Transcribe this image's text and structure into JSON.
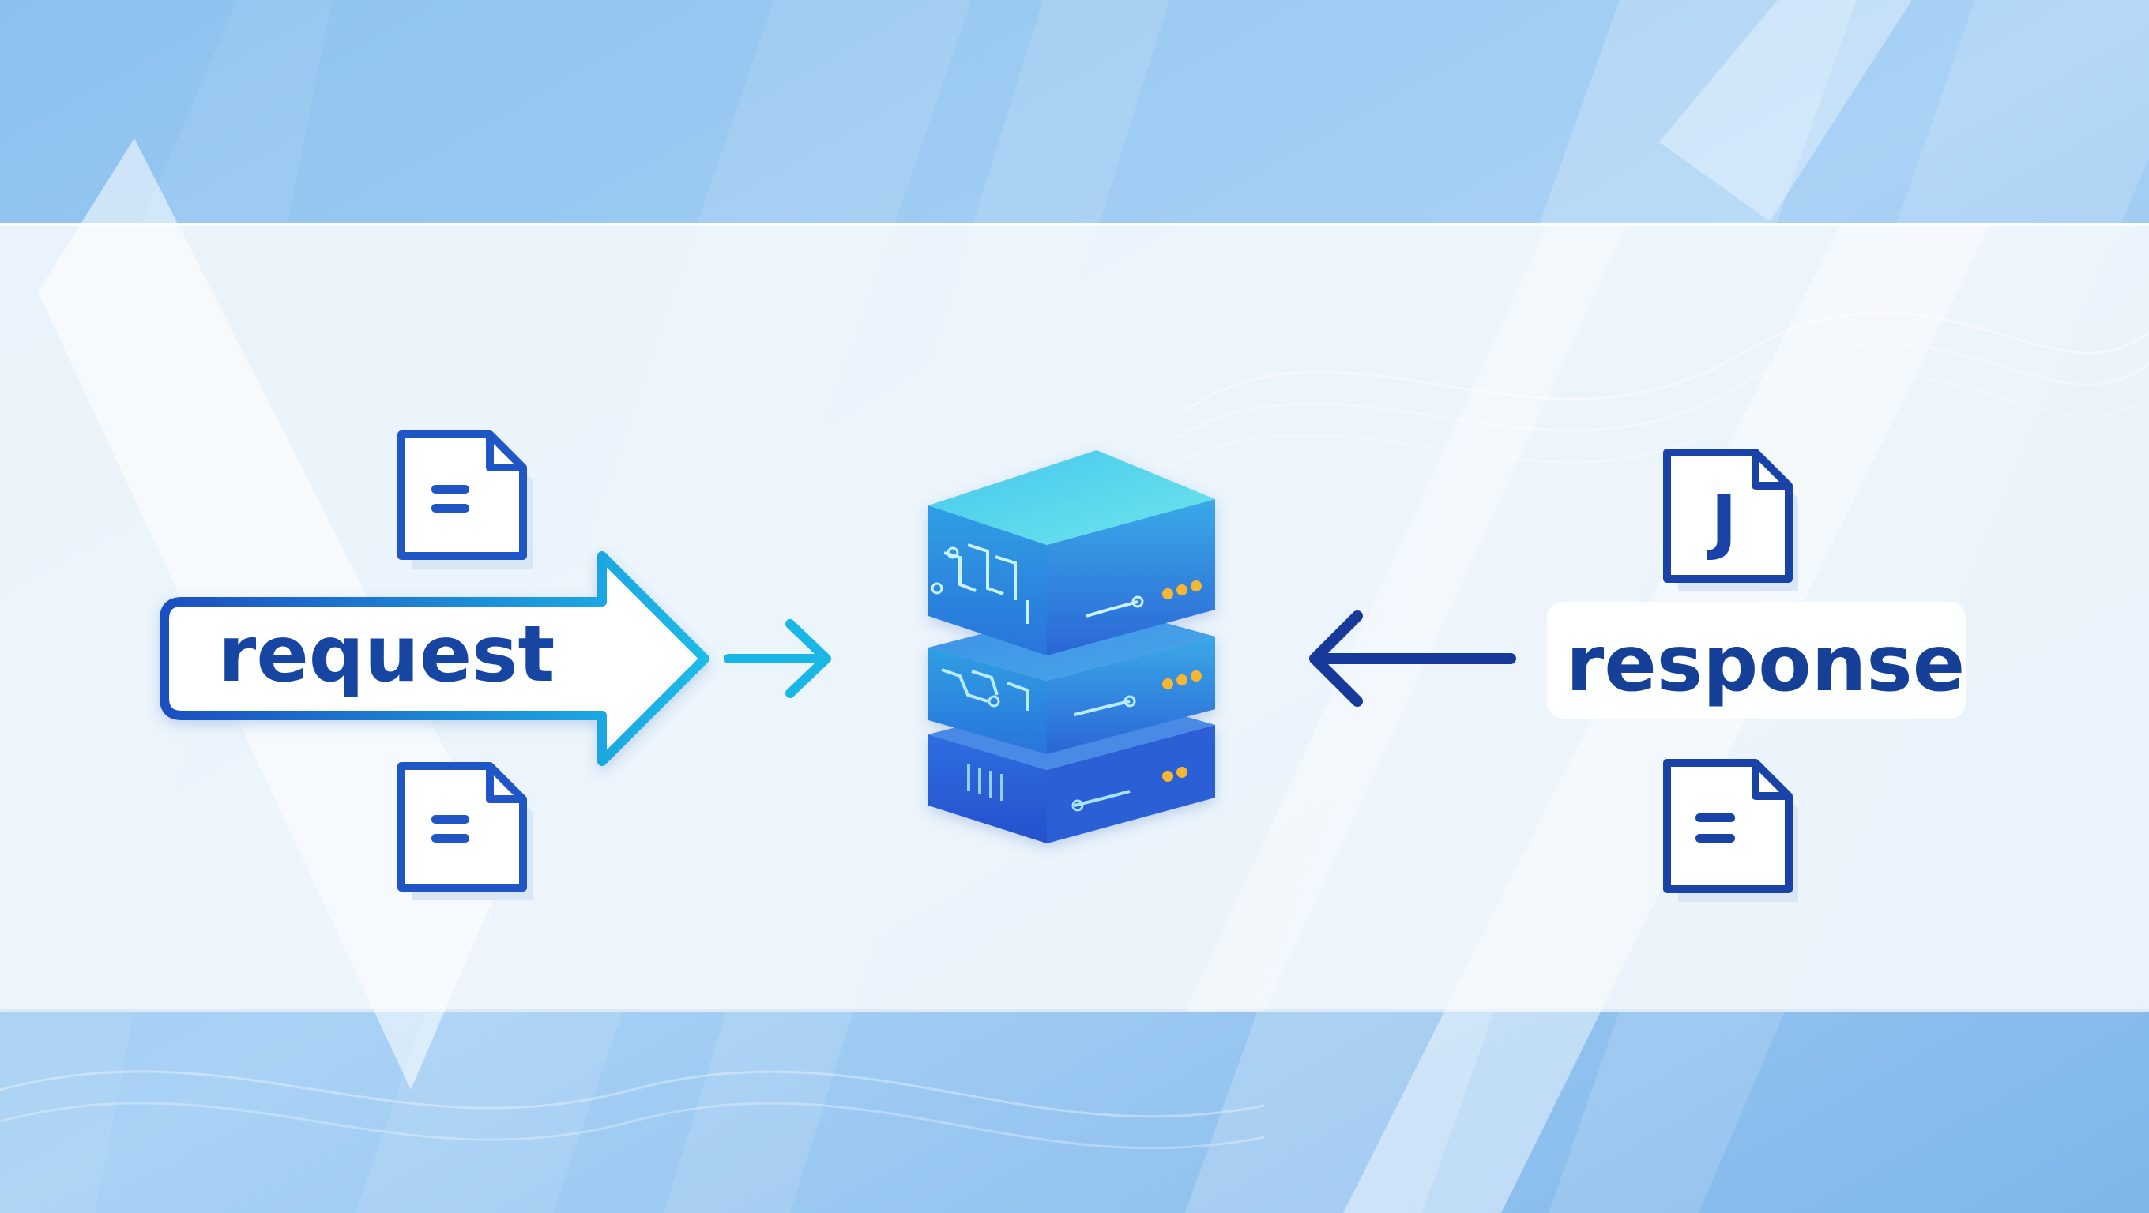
{
  "diagram": {
    "request_label": "request",
    "response_label": "response",
    "response_file_letter": "J",
    "icons": [
      "document-icon",
      "document-icon",
      "json-file-icon",
      "document-icon",
      "server-stack-icon"
    ],
    "colors": {
      "request_blue": "#1746a2",
      "response_navy": "#163f98",
      "arrow_cyan": "#19b6e6",
      "server_cyan": "#5fe0ea",
      "server_blue": "#2a63d8",
      "led_amber": "#f5b731",
      "background_blue": "#8fc3ef",
      "panel_white": "#f1f6fc"
    }
  }
}
